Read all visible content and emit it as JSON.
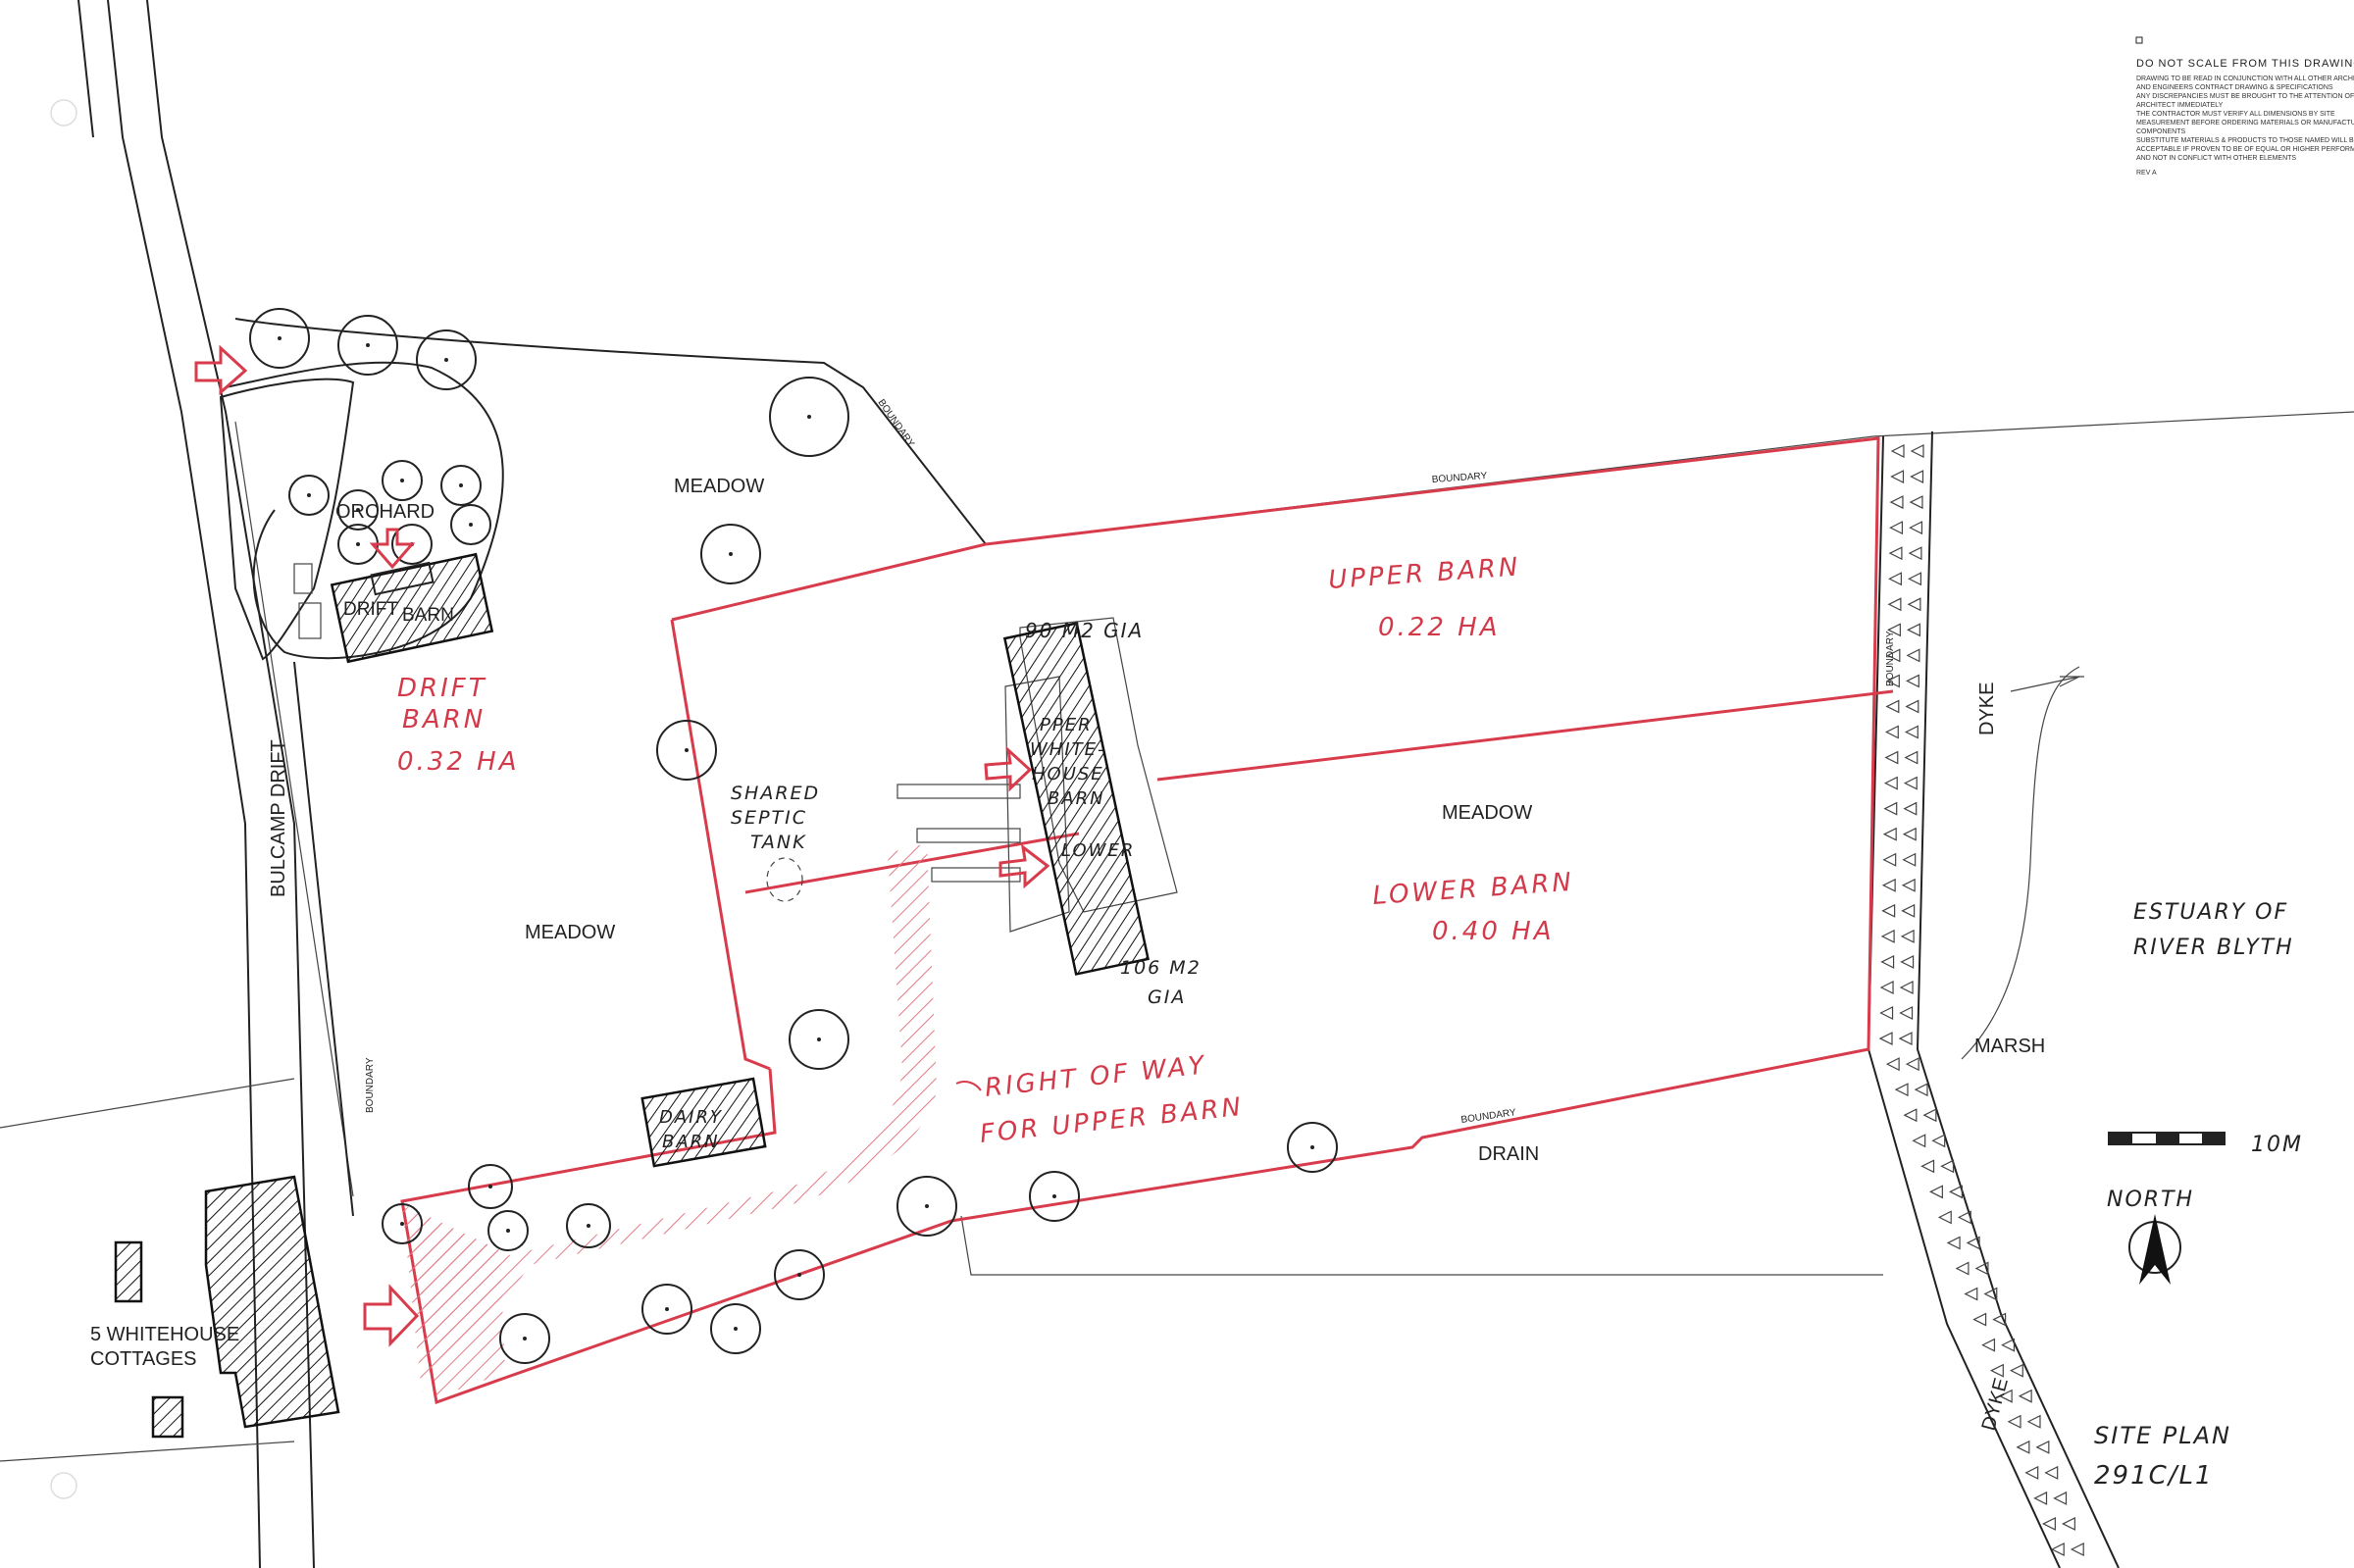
{
  "notes": {
    "heading": "DO NOT SCALE FROM THIS DRAWING",
    "lines": [
      "DRAWING TO BE READ IN CONJUNCTION WITH ALL OTHER ARCHITECT",
      "AND ENGINEERS CONTRACT DRAWING & SPECIFICATIONS",
      "ANY DISCREPANCIES MUST BE BROUGHT TO THE ATTENTION OF THE",
      "ARCHITECT IMMEDIATELY",
      "THE CONTRACTOR MUST VERIFY ALL DIMENSIONS BY SITE",
      "MEASUREMENT BEFORE ORDERING MATERIALS OR MANUFACTURING",
      "COMPONENTS",
      "SUBSTITUTE MATERIALS & PRODUCTS TO THOSE NAMED WILL BE",
      "ACCEPTABLE IF PROVEN TO BE OF EQUAL OR HIGHER PERFORMANCE",
      "AND NOT IN CONFLICT WITH OTHER ELEMENTS"
    ],
    "rev": "REV A"
  },
  "labels": {
    "meadow_top": "MEADOW",
    "meadow_left": "MEADOW",
    "meadow_right": "MEADOW",
    "orchard": "ORCHARD",
    "drift_barn_building_a": "DRIFT",
    "drift_barn_building_b": "BARN",
    "road": "BULCAMP DRIFT",
    "cottages_line1": "5 WHITEHOUSE",
    "cottages_line2": "COTTAGES",
    "drain": "DRAIN",
    "marsh": "MARSH",
    "dyke_top": "DYKE",
    "dyke_bottom": "DYKE",
    "boundary": "BOUNDARY"
  },
  "plots": {
    "drift_barn": {
      "name_line1": "DRIFT",
      "name_line2": "BARN",
      "area": "0.32 HA"
    },
    "upper_barn": {
      "name": "UPPER BARN",
      "area": "0.22 HA"
    },
    "lower_barn": {
      "name": "LOWER BARN",
      "area": "0.40 HA"
    }
  },
  "barn": {
    "gia_upper": "90 M2 GIA",
    "label_upper": "PPER",
    "label_white": "WHITE-",
    "label_house": "HOUSE",
    "label_barn": "BARN",
    "label_lower": "LOWER",
    "gia_lower_a": "106 M2",
    "gia_lower_b": "GIA"
  },
  "annotations": {
    "septic_line1": "SHARED",
    "septic_line2": "SEPTIC",
    "septic_line3": "TANK",
    "row_line1": "RIGHT OF WAY",
    "row_line2": "FOR UPPER BARN",
    "dairy_line1": "DAIRY",
    "dairy_line2": "BARN",
    "estuary_line1": "ESTUARY OF",
    "estuary_line2": "RIVER BLYTH"
  },
  "scale": {
    "label": "10M"
  },
  "north": {
    "label": "NORTH"
  },
  "sheet": {
    "title": "SITE PLAN",
    "number": "291C/L1"
  },
  "colors": {
    "red_line": "#d83c4c",
    "ink": "#222222"
  }
}
